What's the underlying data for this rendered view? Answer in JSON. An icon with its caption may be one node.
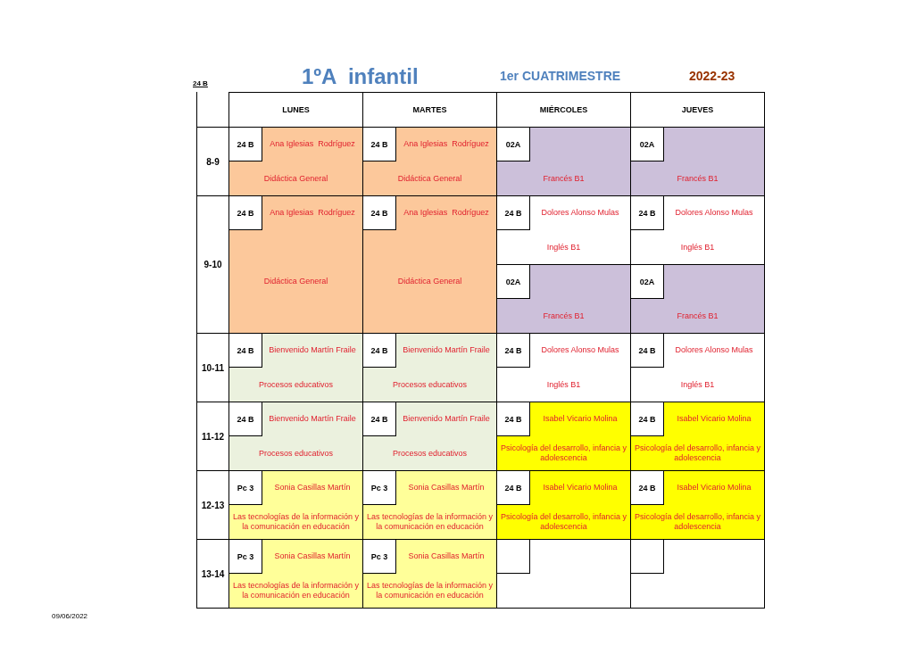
{
  "diagram": {
    "title": "1ºA  infantil",
    "nodes": [
      {
        "text": [
          "Ana Iglesias  Rodríguez",
          "Didáctica General"
        ]
      },
      {
        "text": [
          "24 B"
        ],
        "in": 0
      },
      {
        "text": [
          "Ana Iglesias  Rodríguez",
          "Didáctica General"
        ]
      },
      {
        "text": [
          "24 B"
        ],
        "in": 2
      },
      {
        "text": [
          "Francés B1"
        ]
      },
      {
        "text": [
          "02A"
        ],
        "in": 4
      },
      {
        "text": [
          "Francés B1"
        ]
      },
      {
        "text": [
          "02A"
        ],
        "in": 6
      },
      {
        "text": [
          "Ana Iglesias  Rodríguez",
          "Didáctica General"
        ]
      },
      {
        "text": [
          "24 B"
        ],
        "in": 8
      },
      {
        "text": [
          "Ana Iglesias  Rodríguez",
          "Didáctica General"
        ]
      },
      {
        "text": [
          "24 B"
        ],
        "in": 10
      },
      {
        "text": [
          "Dolores Alonso Mulas",
          "Inglés B1"
        ]
      },
      {
        "text": [
          "24 B"
        ],
        "in": 12
      },
      {
        "text": [
          "Dolores Alonso Mulas",
          "Inglés B1"
        ]
      },
      {
        "text": [
          "24 B"
        ],
        "in": 14
      },
      {
        "text": [
          "Francés B1"
        ]
      },
      {
        "text": [
          "02A"
        ],
        "in": 16
      },
      {
        "text": [
          "Francés B1"
        ]
      },
      {
        "text": [
          "02A"
        ],
        "in": 18
      },
      {
        "text": [
          "Bienvenido Martín Fraile",
          "Procesos educativos"
        ]
      },
      {
        "text": [
          "24 B"
        ],
        "in": 20
      },
      {
        "text": [
          "Bienvenido Martín Fraile",
          "Procesos educativos"
        ]
      },
      {
        "text": [
          "24 B"
        ],
        "in": 22
      },
      {
        "text": [
          "Dolores Alonso Mulas",
          "Inglés B1"
        ]
      },
      {
        "text": [
          "24 B"
        ],
        "in": 24
      },
      {
        "text": [
          "Dolores Alonso Mulas",
          "Inglés B1"
        ]
      },
      {
        "text": [
          "24 B"
        ],
        "in": 26
      },
      {
        "text": [
          "Bienvenido Martín Fraile",
          "Procesos educativos"
        ]
      },
      {
        "text": [
          "24 B"
        ],
        "in": 28
      },
      {
        "text": [
          "Bienvenido Martín Fraile",
          "Procesos educativos"
        ]
      },
      {
        "text": [
          "24 B"
        ],
        "in": 30
      },
      {
        "text": [
          "Isabel Vicario Molina",
          "Psicología del desarrollo, infancia y adolescencia"
        ]
      },
      {
        "text": [
          "24 B"
        ],
        "in": 32
      },
      {
        "text": [
          "Isabel Vicario Molina",
          "Psicología del desarrollo, infancia y adolescencia"
        ]
      },
      {
        "text": [
          "24 B"
        ],
        "in": 34
      },
      {
        "text": [
          "Sonia Casillas Martín",
          "Las tecnologías de la información y la comunicación en educación"
        ]
      },
      {
        "text": [
          "Pc 3"
        ],
        "in": 36
      },
      {
        "text": [
          "Sonia Casillas Martín",
          "Las tecnologías de la información y la comunicación en educación"
        ]
      },
      {
        "text": [
          "Pc 3"
        ],
        "in": 38
      },
      {
        "text": [
          "Isabel Vicario Molina",
          "Psicología del desarrollo, infancia y adolescencia"
        ]
      },
      {
        "text": [
          "24 B"
        ],
        "in": 40
      },
      {
        "text": [
          "Isabel Vicario Molina",
          "Psicología del desarrollo, infancia y adolescencia"
        ]
      },
      {
        "text": [
          "24 B"
        ],
        "in": 42
      },
      {
        "text": [
          "Sonia Casillas Martín",
          "Las tecnologías de la información y la comunicación en educación"
        ]
      },
      {
        "text": [
          "Pc 3"
        ],
        "in": 44
      },
      {
        "text": [
          "Sonia Casillas Martín",
          "Las tecnologías de la información y la comunicación en educación"
        ]
      },
      {
        "text": [
          "Pc 3"
        ],
        "in": 46
      },
      {
        "text": [],
        "shape": "box"
      },
      {
        "text": [],
        "shape": "box"
      }
    ],
    "labels": [
      "24 B",
      "1er CUATRIMESTRE",
      "2022-23",
      "LUNES",
      "MARTES",
      "MIÉRCOLES",
      "JUEVES",
      "8-9",
      "9-10",
      "10-11",
      "11-12",
      "12-13",
      "13-14",
      "09/06/2022"
    ]
  }
}
